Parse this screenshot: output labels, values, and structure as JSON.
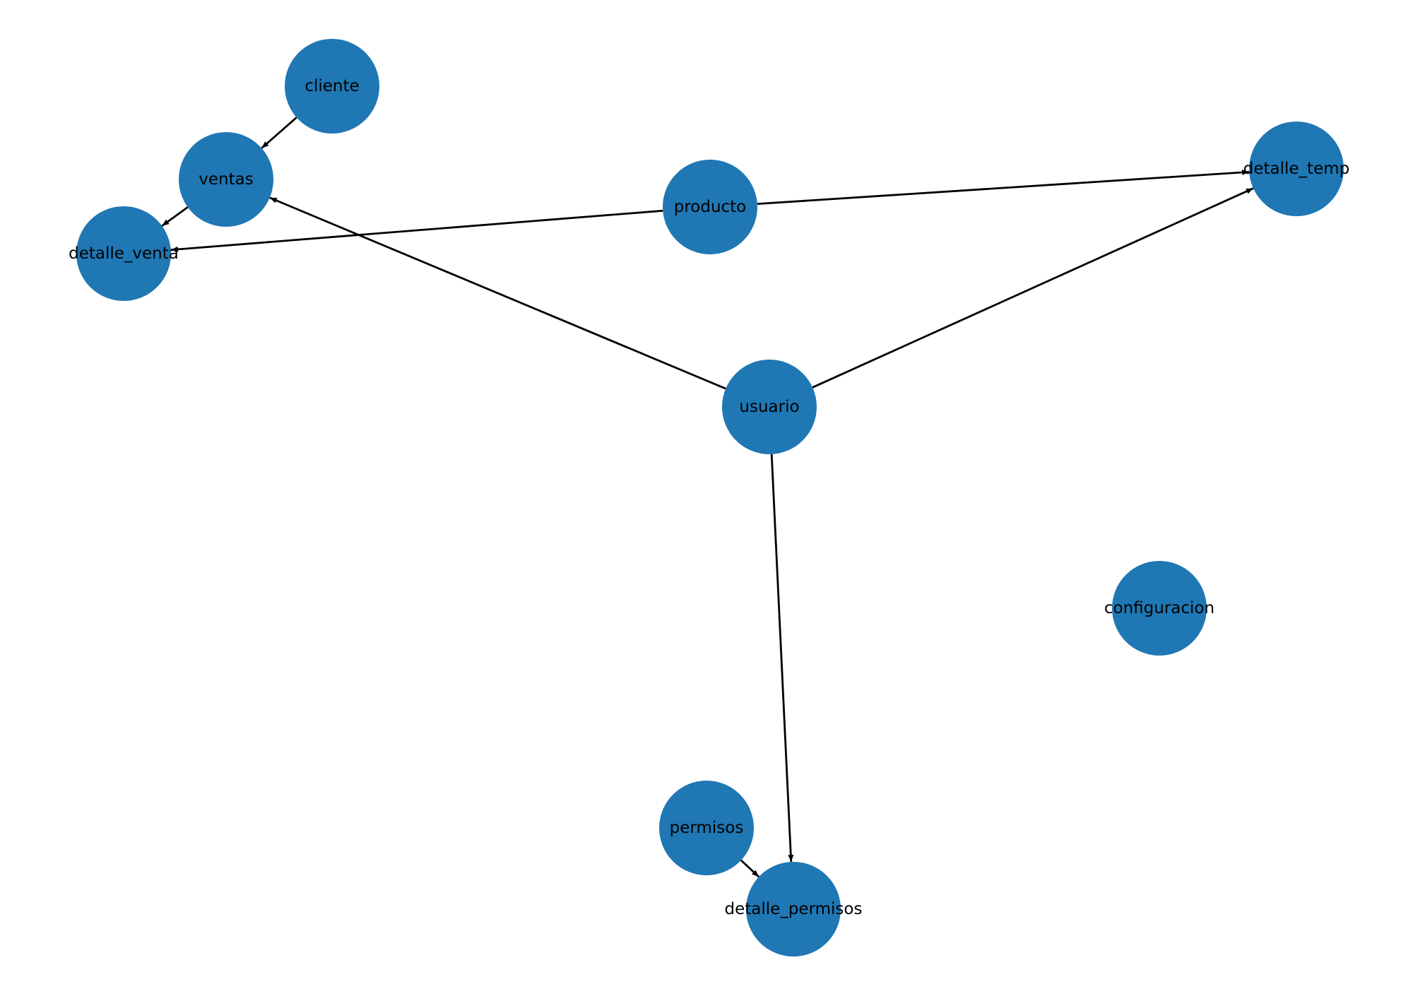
{
  "diagram": {
    "type": "directed-graph",
    "node_color": "#1f77b4",
    "edge_color": "#000000",
    "label_color": "#000000",
    "nodes": [
      {
        "id": "cliente",
        "label": "cliente"
      },
      {
        "id": "ventas",
        "label": "ventas"
      },
      {
        "id": "detalle_venta",
        "label": "detalle_venta"
      },
      {
        "id": "producto",
        "label": "producto"
      },
      {
        "id": "detalle_temp",
        "label": "detalle_temp"
      },
      {
        "id": "usuario",
        "label": "usuario"
      },
      {
        "id": "configuracion",
        "label": "configuracion"
      },
      {
        "id": "permisos",
        "label": "permisos"
      },
      {
        "id": "detalle_permisos",
        "label": "detalle_permisos"
      }
    ],
    "edges": [
      {
        "from": "cliente",
        "to": "ventas"
      },
      {
        "from": "ventas",
        "to": "detalle_venta"
      },
      {
        "from": "producto",
        "to": "detalle_venta"
      },
      {
        "from": "producto",
        "to": "detalle_temp"
      },
      {
        "from": "usuario",
        "to": "ventas"
      },
      {
        "from": "usuario",
        "to": "detalle_temp"
      },
      {
        "from": "usuario",
        "to": "detalle_permisos"
      },
      {
        "from": "permisos",
        "to": "detalle_permisos"
      }
    ]
  }
}
